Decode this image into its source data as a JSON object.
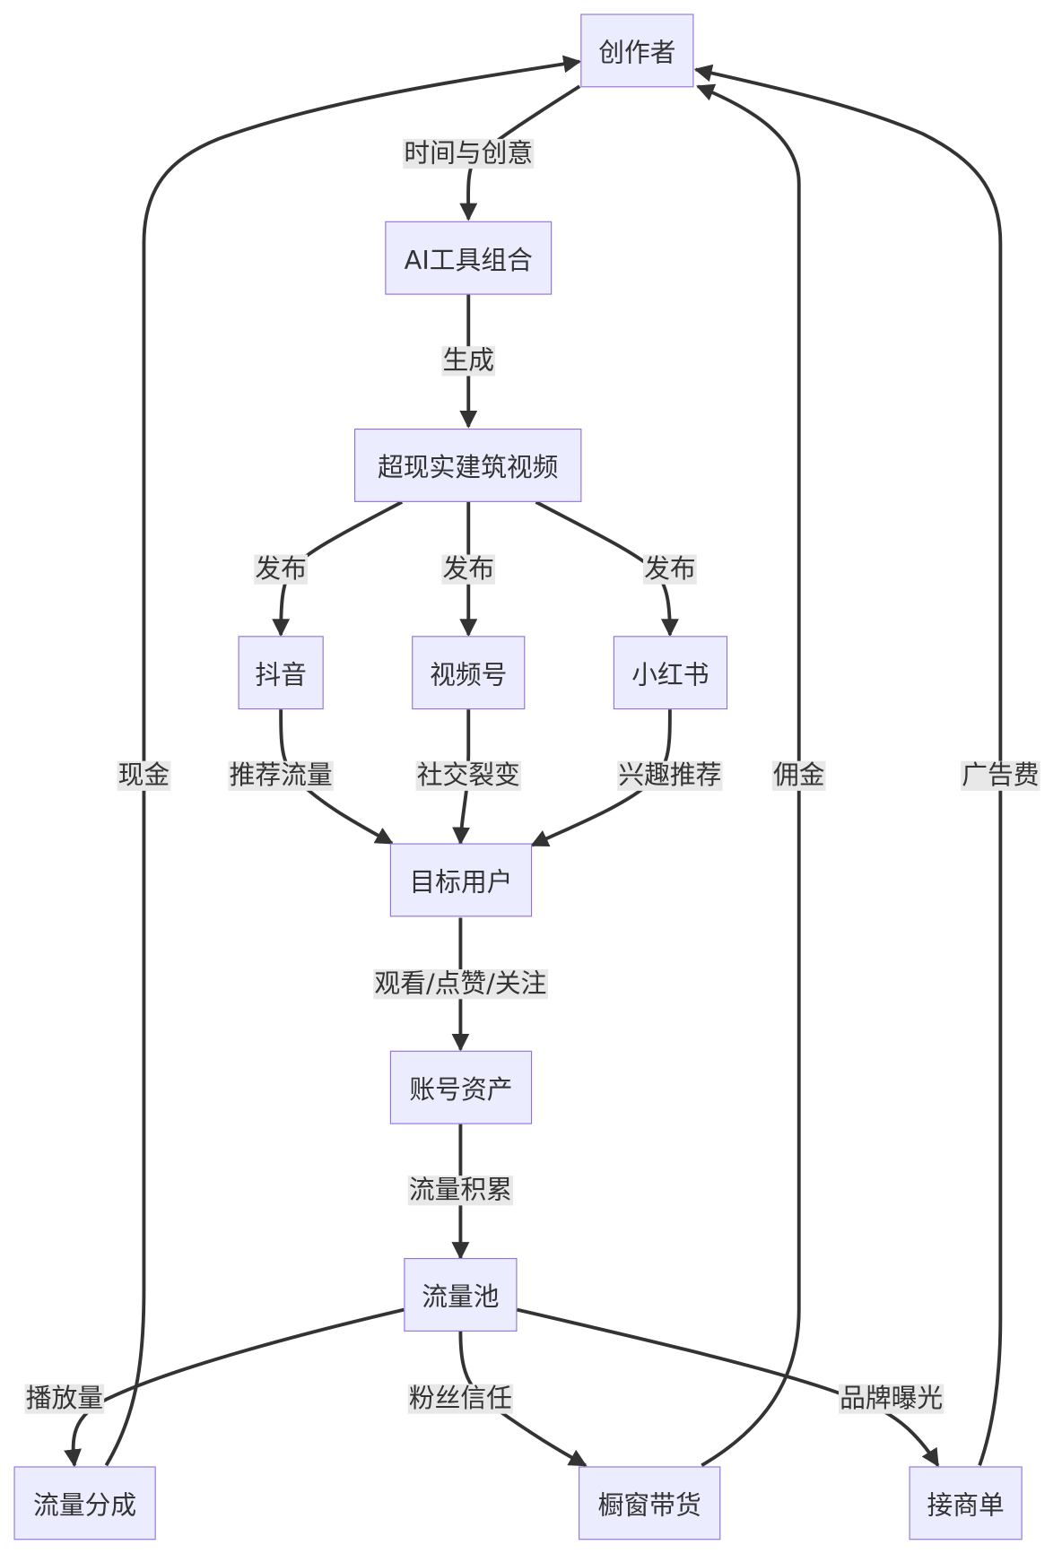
{
  "colors": {
    "node_fill": "#ECECFF",
    "node_border": "#9370DB",
    "edge": "#333333",
    "label_bg": "#e8e8e8",
    "text": "#333333"
  },
  "nodes": {
    "creator": "创作者",
    "ai_tools": "AI工具组合",
    "video": "超现实建筑视频",
    "douyin": "抖音",
    "shipinhao": "视频号",
    "xiaohongshu": "小红书",
    "target_users": "目标用户",
    "account_assets": "账号资产",
    "traffic_pool": "流量池",
    "traffic_share": "流量分成",
    "showcase": "橱窗带货",
    "sponsorship": "接商单"
  },
  "edges": {
    "time_creativity": "时间与创意",
    "generate": "生成",
    "publish_douyin": "发布",
    "publish_shipinhao": "发布",
    "publish_xiaohongshu": "发布",
    "recommend_traffic": "推荐流量",
    "social_fission": "社交裂变",
    "interest_recommend": "兴趣推荐",
    "watch_like_follow": "观看/点赞/关注",
    "traffic_accumulation": "流量积累",
    "play_count": "播放量",
    "fan_trust": "粉丝信任",
    "brand_exposure": "品牌曝光",
    "cash": "现金",
    "commission": "佣金",
    "ad_fee": "广告费"
  }
}
